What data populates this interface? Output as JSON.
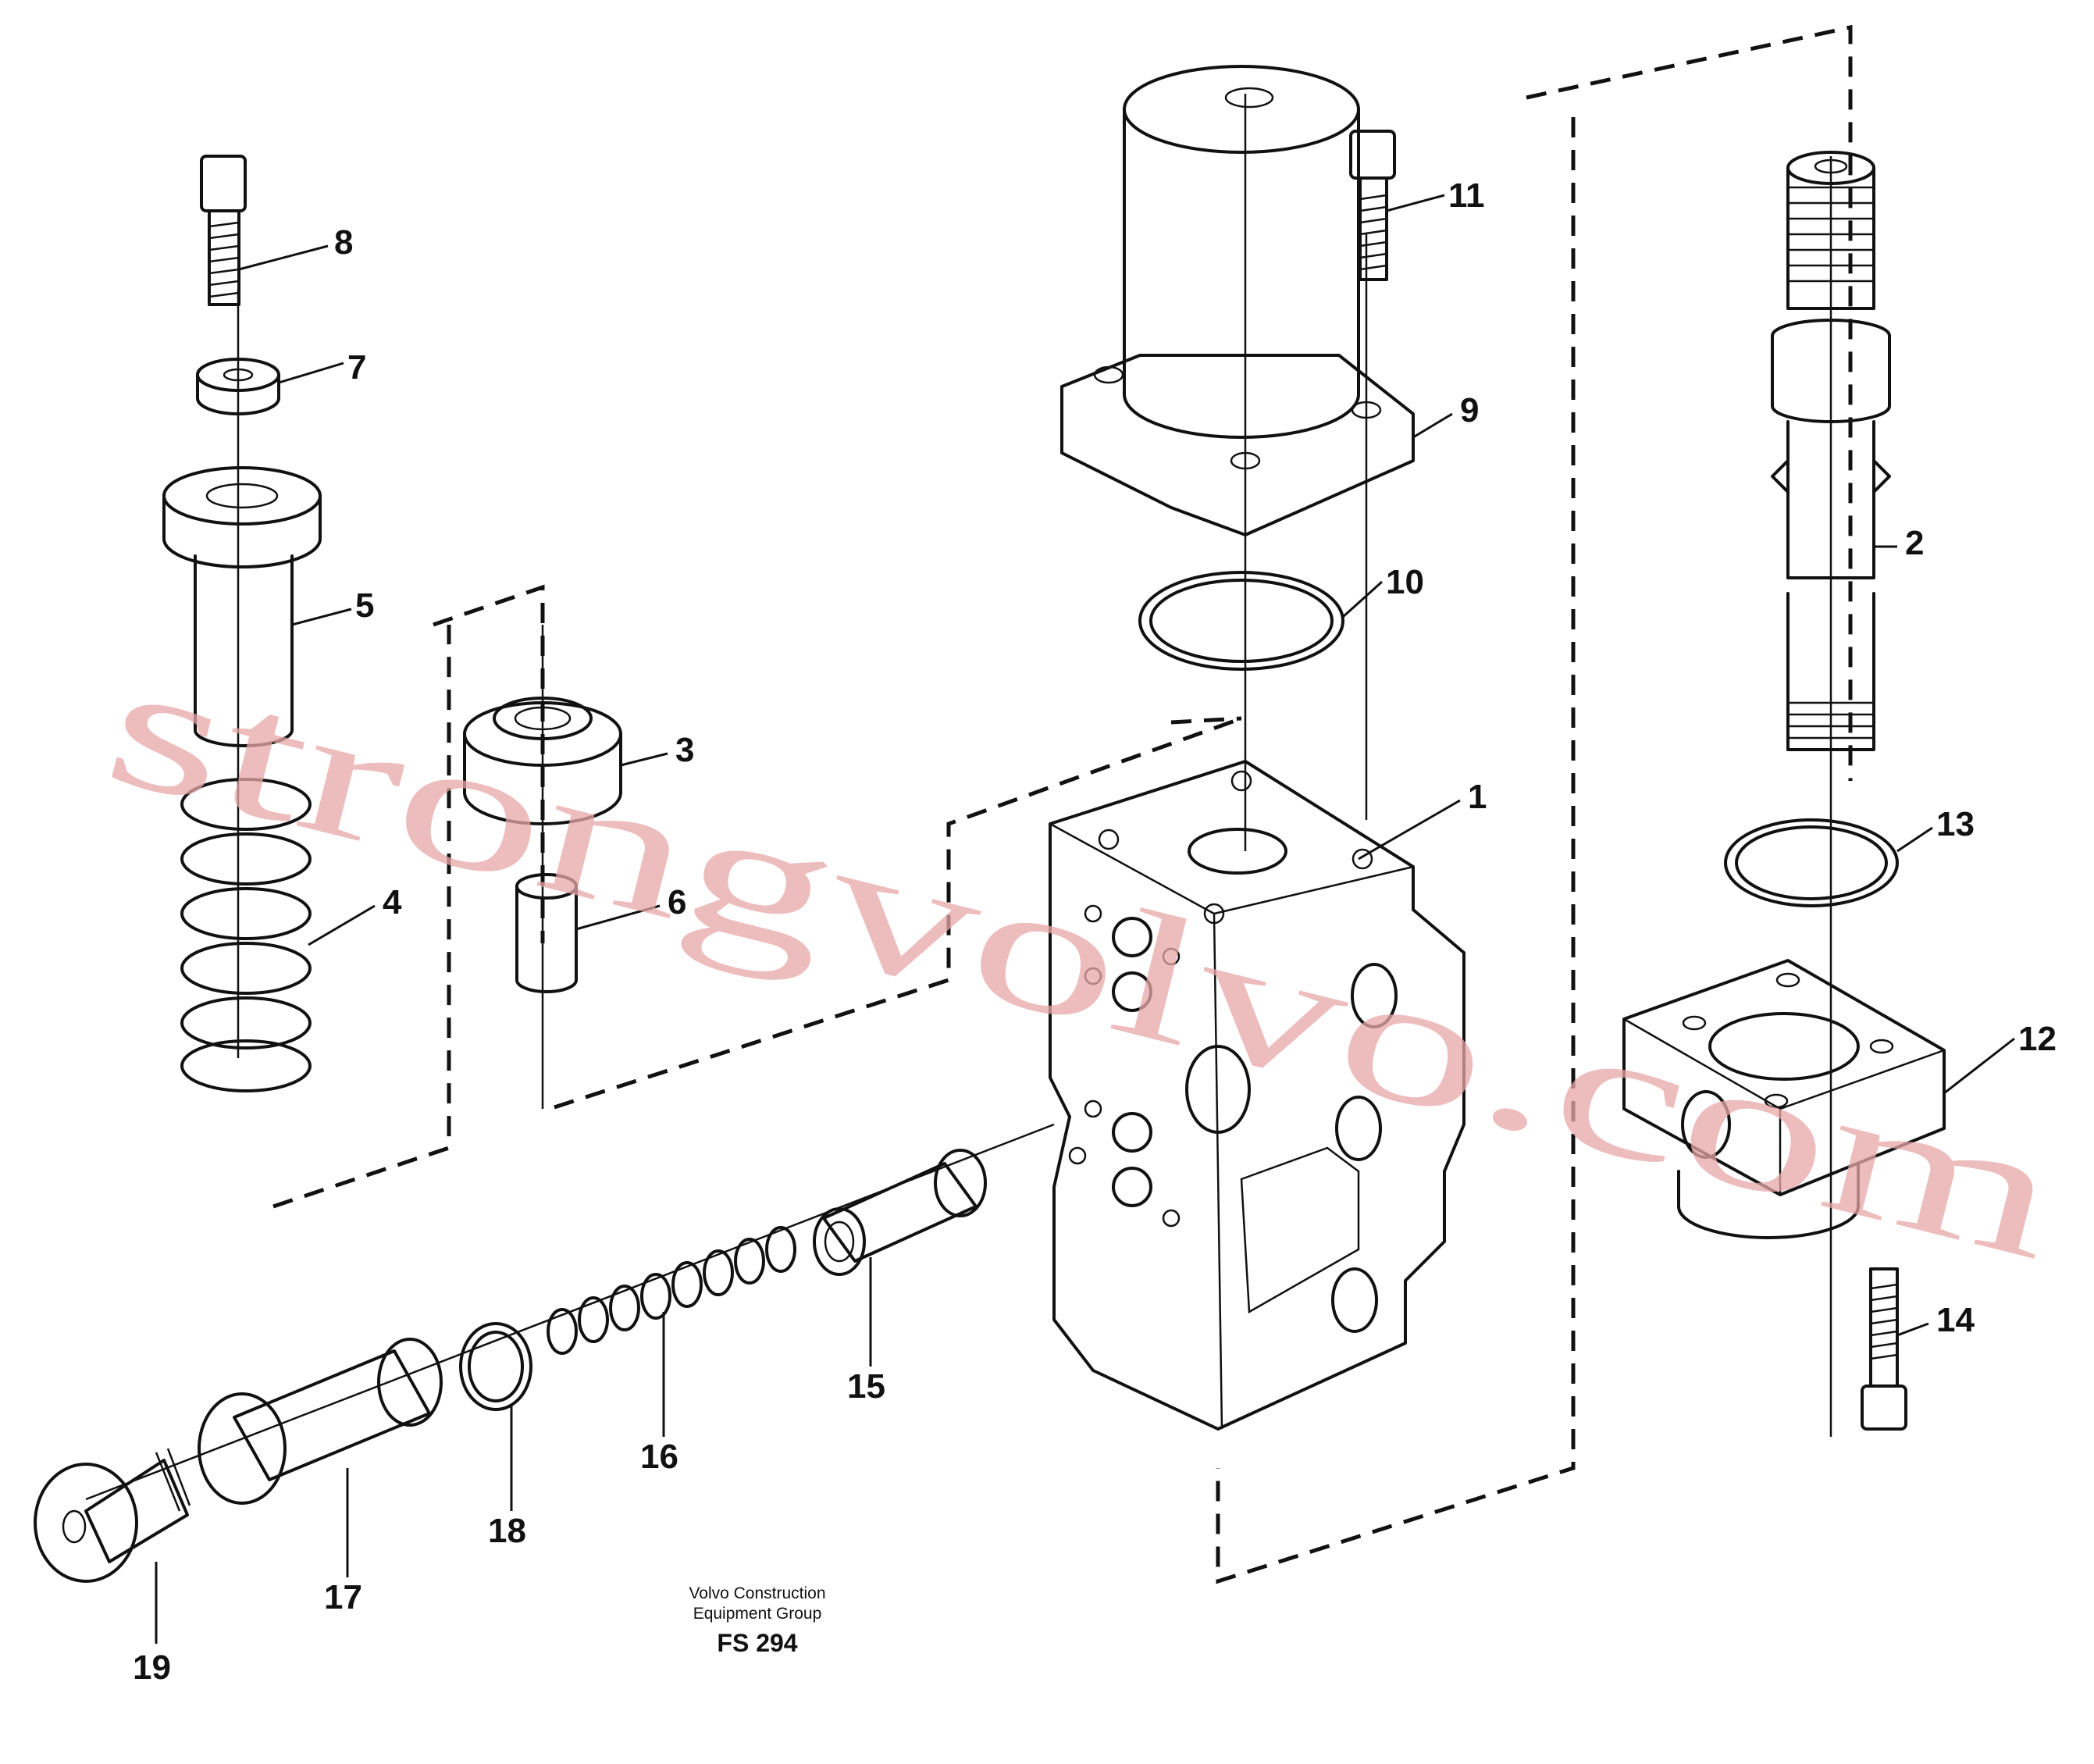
{
  "labels": [
    "1",
    "2",
    "3",
    "4",
    "5",
    "6",
    "7",
    "8",
    "9",
    "10",
    "11",
    "12",
    "13",
    "14",
    "15",
    "16",
    "17",
    "18",
    "19"
  ],
  "caption": {
    "line1": "Volvo Construction",
    "line2": "Equipment Group",
    "code": "FS 294"
  },
  "watermark": "strongvolvo.com"
}
